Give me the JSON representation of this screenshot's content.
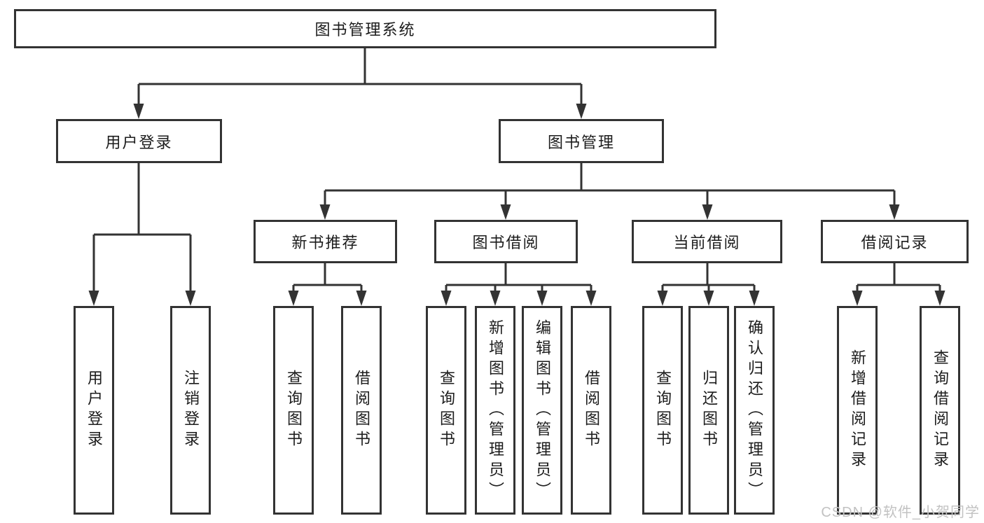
{
  "diagram": {
    "root": {
      "label": "图书管理系统"
    },
    "branches": [
      {
        "label": "用户登录",
        "children": [
          {
            "label": "用户登录"
          },
          {
            "label": "注销登录"
          }
        ]
      },
      {
        "label": "图书管理",
        "children": [
          {
            "label": "新书推荐",
            "children": [
              {
                "label": "查询图书"
              },
              {
                "label": "借阅图书"
              }
            ]
          },
          {
            "label": "图书借阅",
            "children": [
              {
                "label": "查询图书"
              },
              {
                "label": "新增图书（管理员）"
              },
              {
                "label": "编辑图书（管理员）"
              },
              {
                "label": "借阅图书"
              }
            ]
          },
          {
            "label": "当前借阅",
            "children": [
              {
                "label": "查询图书"
              },
              {
                "label": "归还图书"
              },
              {
                "label": "确认归还（管理员）"
              }
            ]
          },
          {
            "label": "借阅记录",
            "children": [
              {
                "label": "新增借阅记录"
              },
              {
                "label": "查询借阅记录"
              }
            ]
          }
        ]
      }
    ]
  },
  "watermark": {
    "text": "CSDN @软件_小贺同学"
  },
  "colors": {
    "line": "#333333",
    "box_border": "#333333",
    "text": "#1c1c1c",
    "watermark": "#c2c2c2",
    "background": "#ffffff"
  }
}
